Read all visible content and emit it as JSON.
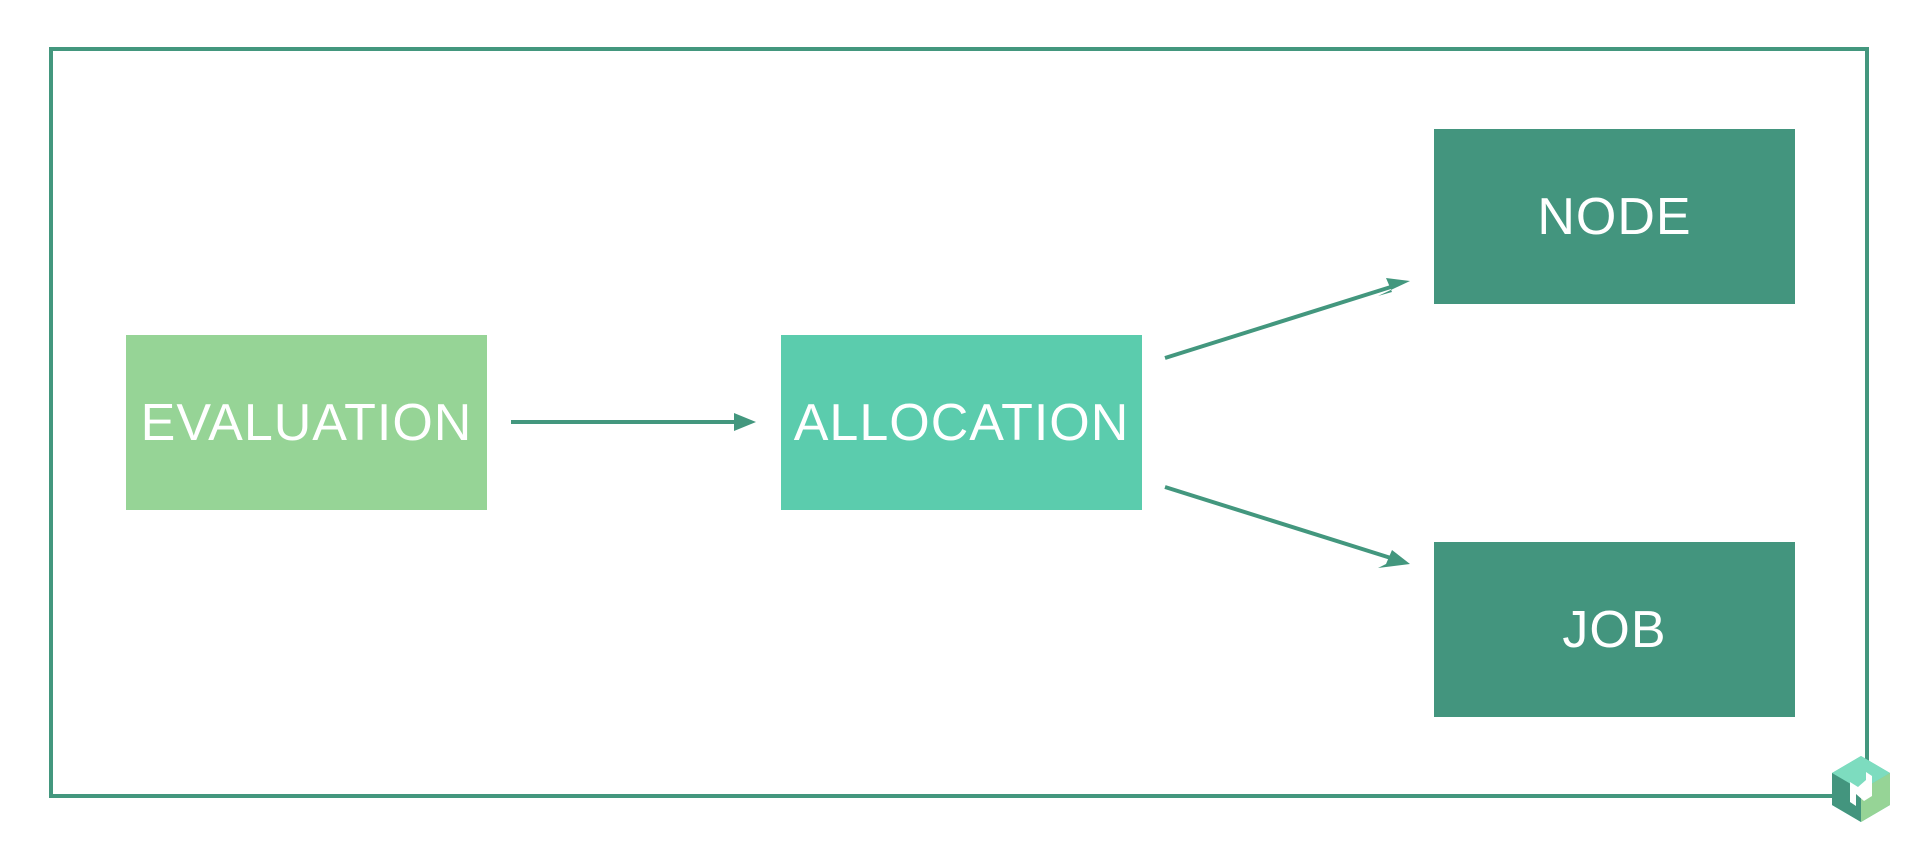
{
  "diagram": {
    "nodes": {
      "evaluation": "EVALUATION",
      "allocation": "ALLOCATION",
      "node": "NODE",
      "job": "JOB"
    },
    "edges": [
      {
        "from": "EVALUATION",
        "to": "ALLOCATION"
      },
      {
        "from": "ALLOCATION",
        "to": "NODE"
      },
      {
        "from": "ALLOCATION",
        "to": "JOB"
      }
    ]
  },
  "colors": {
    "frame": "#43977e",
    "evaluation": "#96d496",
    "allocation": "#5bccad",
    "node": "#43957e",
    "job": "#43957e",
    "arrow": "#43977e",
    "text": "#ffffff"
  },
  "logo": {
    "icon": "nomad-logo-icon"
  }
}
